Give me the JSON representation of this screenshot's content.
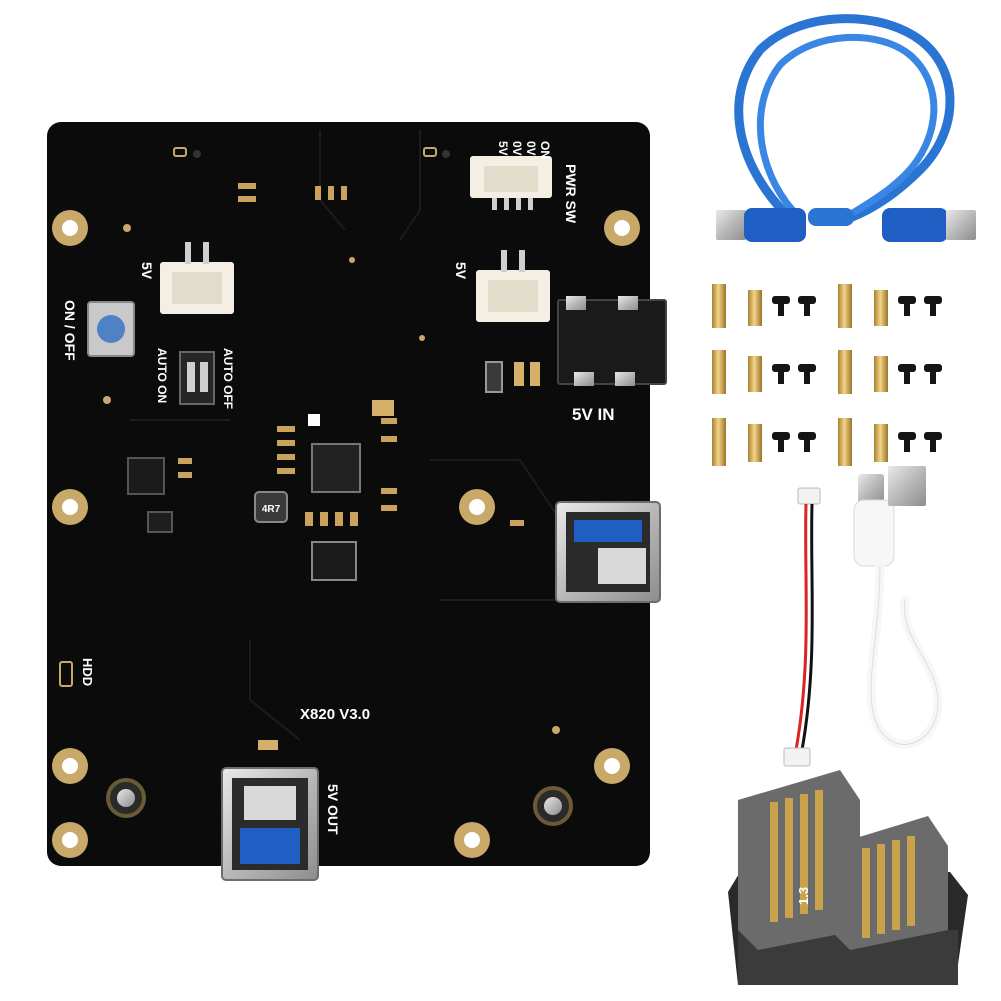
{
  "board": {
    "model": "X820 V3.0",
    "labels": {
      "pwr_sw": "PWR SW",
      "pwr_pins": [
        "ON",
        "0V",
        "0V",
        "5V"
      ],
      "five_v_left": "5V",
      "five_v_right": "5V",
      "on_off": "ON / OFF",
      "auto_on": "AUTO ON",
      "auto_off": "AUTO OFF",
      "five_v_in": "5V IN",
      "hdd": "HDD",
      "five_v_out": "5V OUT",
      "inductor": "4R7"
    }
  },
  "accessories": {
    "adapter_marking": "1.3"
  },
  "colors": {
    "pcb": "#0b0b0b",
    "gold": "#c8a96a",
    "usb3_blue": "#1f5fc4",
    "cable_blue": "#2a74d4",
    "brass": "#d6b060",
    "screw": "#151515",
    "white_cable": "#f7f7f7"
  }
}
